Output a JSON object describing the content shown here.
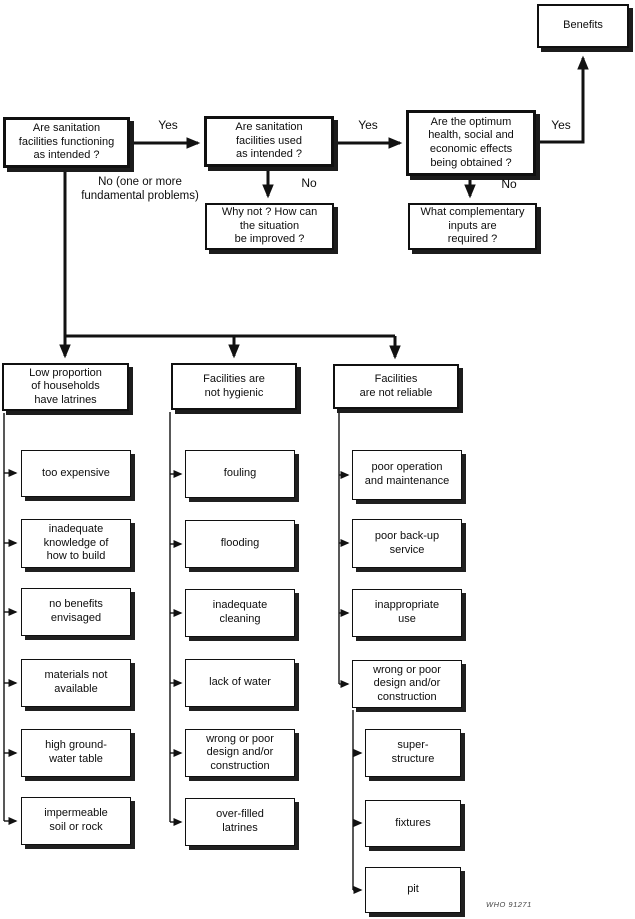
{
  "colors": {
    "ink": "#111111",
    "paper": "#ffffff",
    "shadow": "#1c1c1c"
  },
  "nodes": {
    "benefits": "Benefits",
    "q_functioning": "Are sanitation\nfacilities functioning\nas intended ?",
    "q_used": "Are sanitation\nfacilities used\nas intended ?",
    "q_effects": "Are the optimum\nhealth, social and\neconomic effects\nbeing obtained ?",
    "why_not": "Why not ? How can\nthe situation\nbe improved ?",
    "complementary": "What complementary\ninputs are\nrequired ?"
  },
  "labels": {
    "yes1": "Yes",
    "yes2": "Yes",
    "yes3": "Yes",
    "no_fundamental": "No (one or more\nfundamental problems)",
    "no_used": "No",
    "no_effects": "No"
  },
  "columns": [
    {
      "header": "Low proportion\nof households\nhave latrines",
      "items": [
        "too expensive",
        "inadequate\nknowledge of\nhow to build",
        "no benefits\nenvisaged",
        "materials not\navailable",
        "high ground-\nwater table",
        "impermeable\nsoil or rock"
      ]
    },
    {
      "header": "Facilities are\nnot hygienic",
      "items": [
        "fouling",
        "flooding",
        "inadequate\ncleaning",
        "lack of water",
        "wrong or poor\ndesign and/or\nconstruction",
        "over-filled\nlatrines"
      ]
    },
    {
      "header": "Facilities\nare not reliable",
      "items": [
        "poor operation\nand maintenance",
        "poor back-up\nservice",
        "inappropriate\nuse",
        "wrong or poor\ndesign and/or\nconstruction"
      ],
      "subitems": [
        "super-\nstructure",
        "fixtures",
        "pit"
      ]
    }
  ],
  "footer": {
    "credit": "WHO 91271"
  }
}
